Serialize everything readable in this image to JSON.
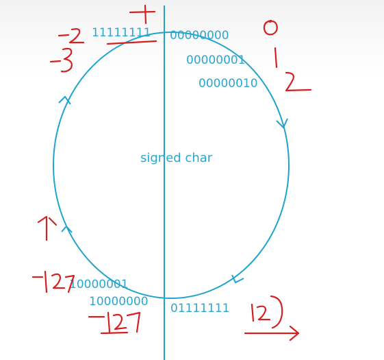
{
  "diagram": {
    "center_label": "signed char",
    "binary_labels": {
      "top_left": "11111111",
      "top_right_0": "00000000",
      "right_1": "00000001",
      "right_2": "00000010",
      "bottom_left_upper": "10000001",
      "bottom_left_lower": "10000000",
      "bottom_right": "01111111"
    }
  },
  "colors": {
    "ink_cyan": "#1ea3cc",
    "ink_red": "#d42020"
  }
}
